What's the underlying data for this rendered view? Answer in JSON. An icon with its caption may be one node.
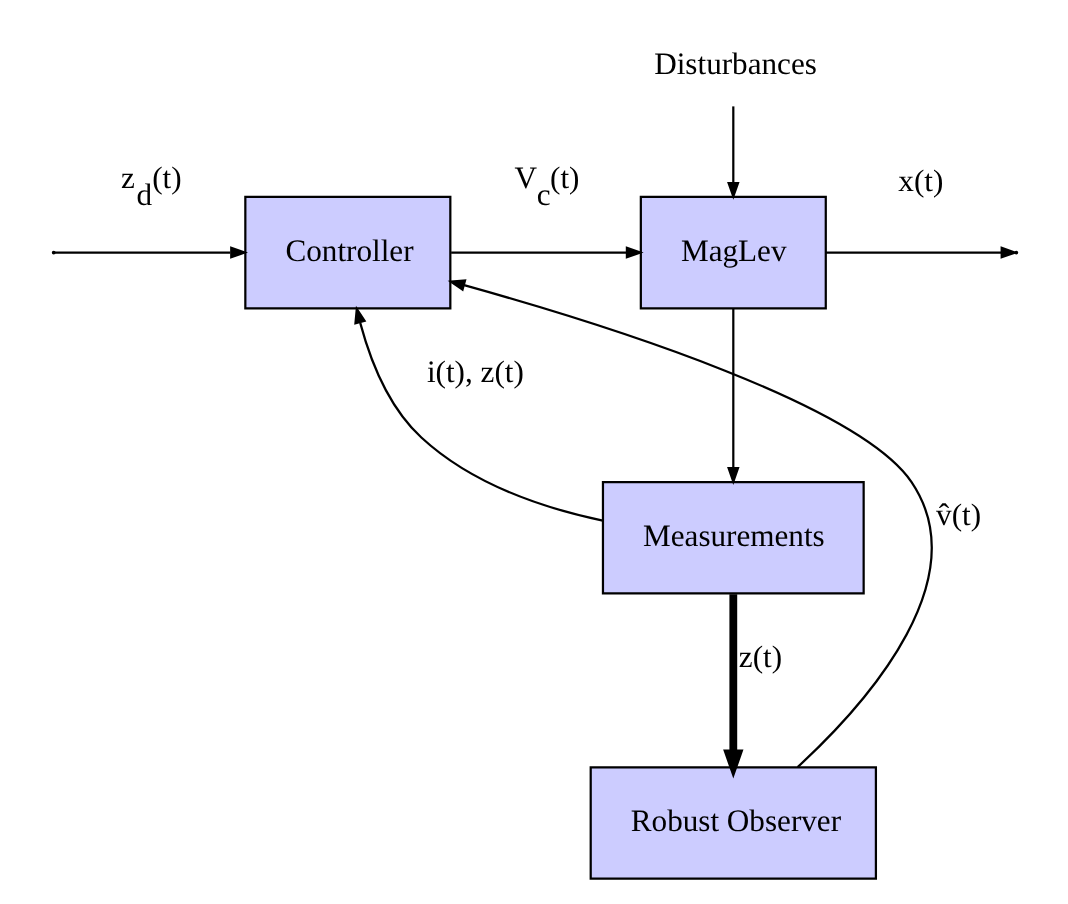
{
  "diagram": {
    "nodes": [
      {
        "text": [
          "Controller"
        ]
      },
      {
        "text": [
          "MagLev"
        ]
      },
      {
        "text": [
          "Measurements"
        ]
      },
      {
        "text": [
          "Robust Observer"
        ]
      },
      {
        "text": [
          "Disturbances"
        ]
      }
    ],
    "edges": [
      {
        "from": null,
        "to": 0,
        "arrow": "to",
        "label": "z$_{d}$(t)"
      },
      {
        "from": 0,
        "to": 1,
        "arrow": "to",
        "label": "V$_{c}$(t)"
      },
      {
        "from": 4,
        "to": 1,
        "arrow": "to"
      },
      {
        "from": 1,
        "to": null,
        "arrow": "to",
        "label": "x(t)"
      },
      {
        "from": 1,
        "to": 2,
        "arrow": "to"
      },
      {
        "from": 2,
        "to": 0,
        "arrow": "to",
        "label": "i(t), z(t)"
      },
      {
        "from": 2,
        "to": 3,
        "arrow": "to",
        "label": "z(t)",
        "style": "thick"
      },
      {
        "from": 3,
        "to": 0,
        "arrow": "to",
        "label": "v̂(t)"
      }
    ]
  }
}
